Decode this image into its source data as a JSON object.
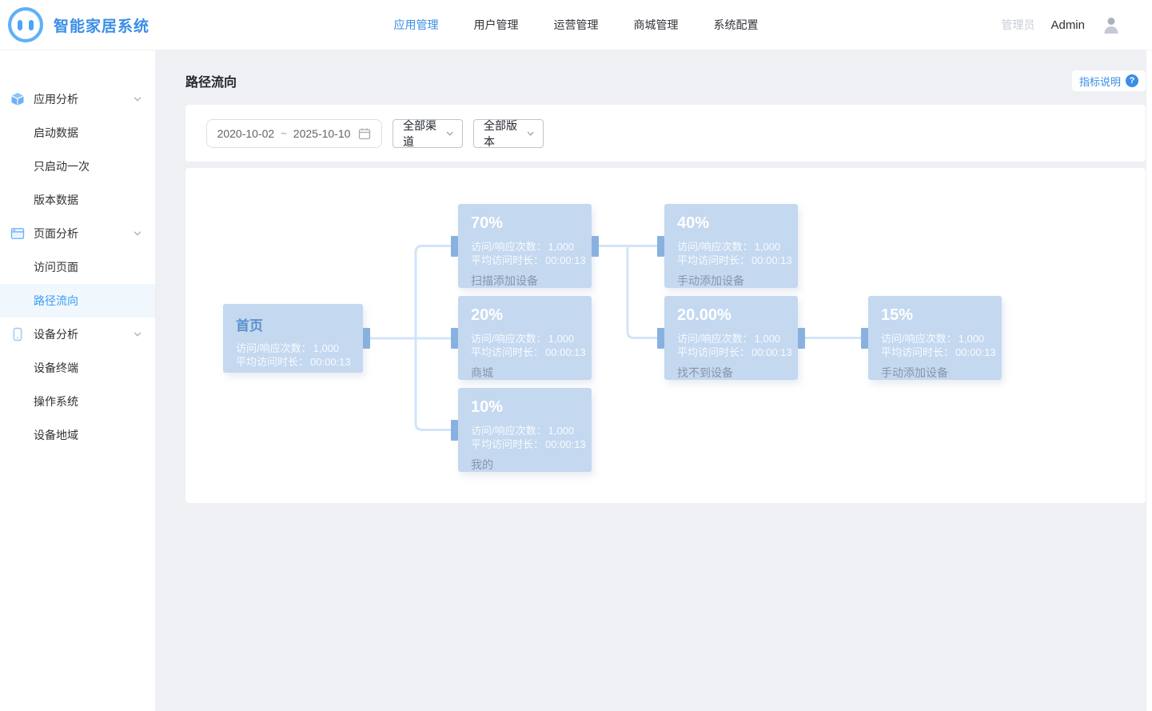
{
  "header": {
    "logo_title": "智能家居系统",
    "nav": [
      {
        "label": "应用管理",
        "active": true
      },
      {
        "label": "用户管理",
        "active": false
      },
      {
        "label": "运营管理",
        "active": false
      },
      {
        "label": "商城管理",
        "active": false
      },
      {
        "label": "系统配置",
        "active": false
      }
    ],
    "role": "管理员",
    "username": "Admin"
  },
  "sidebar": {
    "sections": [
      {
        "label": "应用分析",
        "icon": "cube-icon",
        "children": [
          "启动数据",
          "只启动一次",
          "版本数据"
        ]
      },
      {
        "label": "页面分析",
        "icon": "window-icon",
        "children": [
          "访问页面",
          "路径流向"
        ]
      },
      {
        "label": "设备分析",
        "icon": "phone-icon",
        "children": [
          "设备终端",
          "操作系统",
          "设备地域"
        ]
      }
    ],
    "active_item": "路径流向"
  },
  "page": {
    "title": "路径流向",
    "metrics_button": "指标说明"
  },
  "filters": {
    "date_start": "2020-10-02",
    "date_separator": "~",
    "date_end": "2025-10-10",
    "channel": "全部渠道",
    "version": "全部版本"
  },
  "chart_data": {
    "type": "flow",
    "stat_labels": {
      "visits": "访问/响应次数：",
      "duration": "平均访问时长："
    },
    "nodes": [
      {
        "id": "home",
        "title": "首页",
        "visits": "1,000",
        "duration": "00:00:13",
        "page": ""
      },
      {
        "id": "scan",
        "title": "70%",
        "visits": "1,000",
        "duration": "00:00:13",
        "page": "扫描添加设备"
      },
      {
        "id": "mall",
        "title": "20%",
        "visits": "1,000",
        "duration": "00:00:13",
        "page": "商城"
      },
      {
        "id": "mine",
        "title": "10%",
        "visits": "1,000",
        "duration": "00:00:13",
        "page": "我的"
      },
      {
        "id": "manual-1",
        "title": "40%",
        "visits": "1,000",
        "duration": "00:00:13",
        "page": "手动添加设备"
      },
      {
        "id": "not-found",
        "title": "20.00%",
        "visits": "1,000",
        "duration": "00:00:13",
        "page": "找不到设备"
      },
      {
        "id": "manual-2",
        "title": "15%",
        "visits": "1,000",
        "duration": "00:00:13",
        "page": "手动添加设备"
      }
    ],
    "edges": [
      {
        "from": "home",
        "to": "scan"
      },
      {
        "from": "home",
        "to": "mall"
      },
      {
        "from": "home",
        "to": "mine"
      },
      {
        "from": "scan",
        "to": "manual-1"
      },
      {
        "from": "scan",
        "to": "not-found"
      },
      {
        "from": "not-found",
        "to": "manual-2"
      }
    ],
    "colors": {
      "node_bg": "#c4d8f0",
      "node_handle": "#88b1e0",
      "connector": "#d2e4f8",
      "accent": "#3a8ee6"
    }
  }
}
